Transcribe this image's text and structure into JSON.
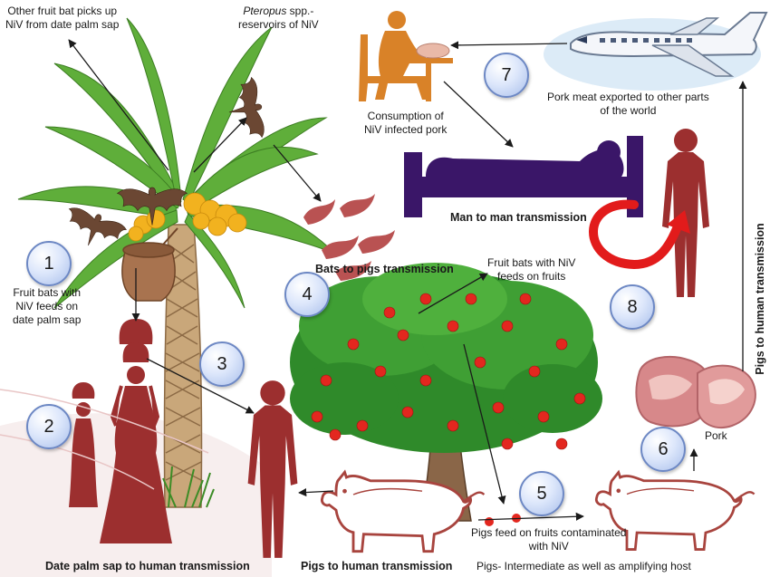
{
  "labels": {
    "bat_picks_nectar_1": "Other fruit bat picks up",
    "bat_picks_nectar_2": "NiV from date palm sap",
    "reservoir_species": "Pteropus",
    "reservoir_1_rest": " spp.-",
    "reservoir_2": "reservoirs of NiV",
    "consumption_1": "Consumption of",
    "consumption_2": "NiV infected pork",
    "export_1": "Pork meat exported to other parts",
    "export_2": "of the world",
    "man_to_man": "Man to man transmission",
    "fruit_bats_sap_1": "Fruit bats  with",
    "fruit_bats_sap_2": "NiV feeds on",
    "fruit_bats_sap_3": "date palm sap",
    "bats_to_pigs": "Bats to pigs transmission",
    "fruit_bats_fruit_1": "Fruit bats with NiV",
    "fruit_bats_fruit_2": "feeds on fruits",
    "pigs_to_human_vertical": "Pigs to human transmission",
    "pork": "Pork",
    "pigs_feed_1": "Pigs feed on fruits contaminated",
    "pigs_feed_2": "with NiV",
    "sap_to_human": "Date palm sap to human transmission",
    "pigs_to_human_bottom": "Pigs to human transmission",
    "pigs_host": "Pigs- Intermediate as well as amplifying host"
  },
  "steps": [
    "1",
    "2",
    "3",
    "4",
    "5",
    "6",
    "7",
    "8"
  ],
  "colors": {
    "bat": "#6b4733",
    "human": "#9c2f2f",
    "pig": "#a8443e",
    "bed": "#3a1668",
    "diner": "#d98228",
    "arrow_red": "#e21b1b",
    "circle_border": "#6d88c4",
    "palm_leaf": "#5fae3a",
    "trunk": "#c9a77a",
    "flowers": "#f2b21f"
  },
  "icons": [
    "fruit-bat-icon",
    "human-silhouette-icon",
    "pig-icon",
    "airplane-icon",
    "bed-icon",
    "diner-icon",
    "pork-meat-icon",
    "clay-pot-icon",
    "palm-tree-icon",
    "fruit-tree-icon"
  ]
}
